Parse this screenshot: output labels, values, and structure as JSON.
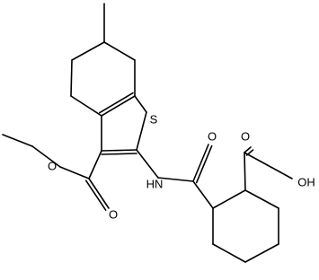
{
  "molecule": {
    "atoms": {
      "sulfur": "S",
      "amide_nh": "HN",
      "amide_o": "O",
      "acid_o": "O",
      "acid_oh": "OH",
      "ester_o_carbonyl": "O",
      "ester_o_alkoxy": "O"
    },
    "colors": {
      "bond": "#000000",
      "label": "#000000",
      "background": "#ffffff"
    }
  }
}
